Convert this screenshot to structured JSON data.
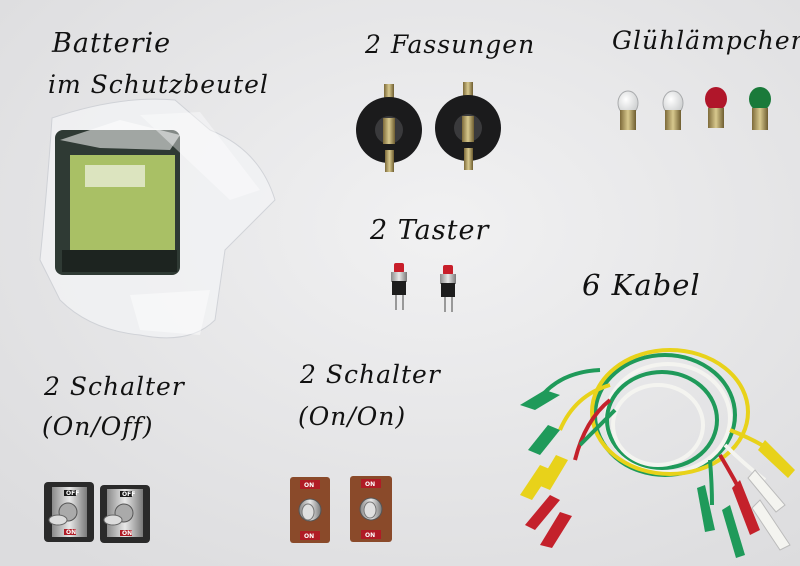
{
  "labels": {
    "battery_line1": "Batterie",
    "battery_line2": "im Schutzbeutel",
    "sockets": "2 Fassungen",
    "bulbs": "Glühlämpchen",
    "buttons": "2 Taster",
    "cables": "6 Kabel",
    "switches_onoff_line1": "2 Schalter",
    "switches_onoff_line2": "(On/Off)",
    "switches_onon_line1": "2 Schalter",
    "switches_onon_line2": "(On/On)"
  },
  "switch_markings": {
    "on": "ON",
    "off": "OFF"
  },
  "colors": {
    "paper": "#e9e9ea",
    "ink": "#111111",
    "cable_green": "#1f9a5a",
    "cable_yellow": "#e8d21a",
    "cable_red": "#c4212b",
    "cable_white": "#f4f4f0",
    "bulb_red": "#b0162a",
    "bulb_green": "#1a7a3a"
  }
}
